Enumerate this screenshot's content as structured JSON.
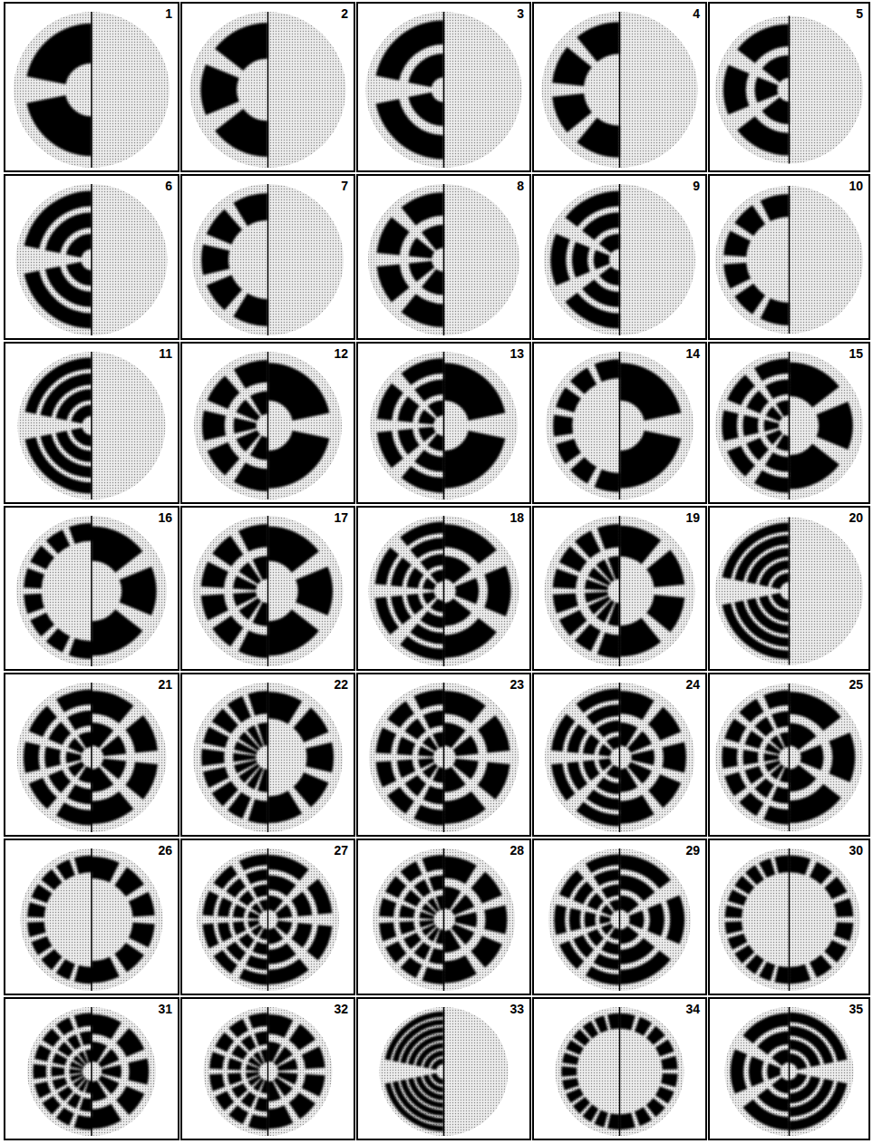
{
  "diagram": {
    "nodes": [
      {
        "text": [
          "1"
        ]
      },
      {
        "text": [
          "2"
        ]
      },
      {
        "text": [
          "3"
        ]
      },
      {
        "text": [
          "4"
        ]
      },
      {
        "text": [
          "5"
        ]
      },
      {
        "text": [
          "6"
        ]
      },
      {
        "text": [
          "7"
        ]
      },
      {
        "text": [
          "8"
        ]
      },
      {
        "text": [
          "9"
        ]
      },
      {
        "text": [
          "10"
        ]
      },
      {
        "text": [
          "11"
        ]
      },
      {
        "text": [
          "12"
        ]
      },
      {
        "text": [
          "13"
        ]
      },
      {
        "text": [
          "14"
        ]
      },
      {
        "text": [
          "15"
        ]
      },
      {
        "text": [
          "16"
        ]
      },
      {
        "text": [
          "17"
        ]
      },
      {
        "text": [
          "18"
        ]
      },
      {
        "text": [
          "19"
        ]
      },
      {
        "text": [
          "20"
        ]
      },
      {
        "text": [
          "21"
        ]
      },
      {
        "text": [
          "22"
        ]
      },
      {
        "text": [
          "23"
        ]
      },
      {
        "text": [
          "24"
        ]
      },
      {
        "text": [
          "25"
        ]
      },
      {
        "text": [
          "26"
        ]
      },
      {
        "text": [
          "27"
        ]
      },
      {
        "text": [
          "28"
        ]
      },
      {
        "text": [
          "29"
        ]
      },
      {
        "text": [
          "30"
        ]
      },
      {
        "text": [
          "31"
        ]
      },
      {
        "text": [
          "32"
        ]
      },
      {
        "text": [
          "33"
        ]
      },
      {
        "text": [
          "34"
        ]
      },
      {
        "text": [
          "35"
        ]
      }
    ]
  }
}
